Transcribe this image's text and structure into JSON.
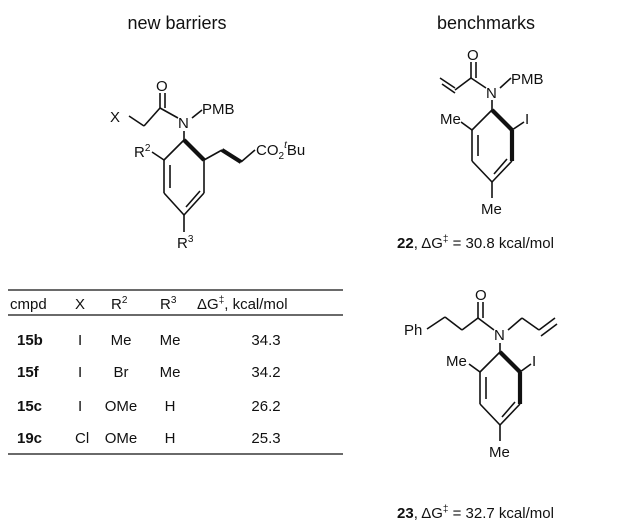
{
  "headers": {
    "left": "new barriers",
    "right": "benchmarks"
  },
  "structure_15": {
    "x": "X",
    "o": "O",
    "n": "N",
    "pmb": "PMB",
    "r2": "R",
    "r2_sup": "2",
    "r3": "R",
    "r3_sup": "3",
    "ester_co": "CO",
    "ester_sub": "2",
    "ester_t": "t",
    "ester_bu": "Bu"
  },
  "table": {
    "columns": [
      "cmpd",
      "X",
      "R",
      "R",
      "ΔG",
      ", kcal/mol"
    ],
    "column_sups": [
      "",
      "",
      "2",
      "3",
      "‡",
      ""
    ],
    "rows": [
      {
        "cmpd": "15b",
        "x": "I",
        "r2": "Me",
        "r3": "Me",
        "dg": "34.3"
      },
      {
        "cmpd": "15f",
        "x": "I",
        "r2": "Br",
        "r3": "Me",
        "dg": "34.2"
      },
      {
        "cmpd": "15c",
        "x": "I",
        "r2": "OMe",
        "r3": "H",
        "dg": "26.2"
      },
      {
        "cmpd": "19c",
        "x": "Cl",
        "r2": "OMe",
        "r3": "H",
        "dg": "25.3"
      }
    ]
  },
  "structure_22": {
    "o": "O",
    "n": "N",
    "pmb": "PMB",
    "me_left": "Me",
    "iodo": "I",
    "me_bottom": "Me",
    "caption_id": "22",
    "caption_pre": ", ΔG",
    "caption_sup": "‡",
    "caption_post": " = 30.8 kcal/mol"
  },
  "structure_23": {
    "o": "O",
    "n": "N",
    "ph": "Ph",
    "me_left": "Me",
    "iodo": "I",
    "me_bottom": "Me",
    "caption_id": "23",
    "caption_pre": ", ΔG",
    "caption_sup": "‡",
    "caption_post": " = 32.7 kcal/mol"
  }
}
